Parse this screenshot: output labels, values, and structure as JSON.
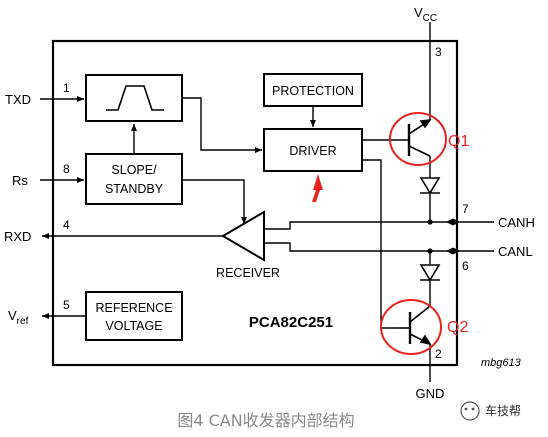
{
  "diagram": {
    "chip_name": "PCA82C251",
    "drawing_code": "mbg613",
    "blocks": {
      "protection": "PROTECTION",
      "driver": "DRIVER",
      "slope_line1": "SLOPE/",
      "slope_line2": "STANDBY",
      "reference_line1": "REFERENCE",
      "reference_line2": "VOLTAGE",
      "receiver": "RECEIVER"
    },
    "signals": {
      "txd": "TXD",
      "rs": "Rs",
      "rxd": "RXD",
      "vref_main": "V",
      "vref_sub": "ref",
      "vcc_main": "V",
      "vcc_sub": "CC",
      "gnd": "GND",
      "canh": "CANH",
      "canl": "CANL"
    },
    "pins": {
      "txd": "1",
      "rs": "8",
      "rxd": "4",
      "vref": "5",
      "vcc": "3",
      "gnd": "2",
      "canh": "7",
      "canl": "6"
    },
    "transistors": {
      "q1": "Q1",
      "q2": "Q2"
    },
    "caption": "图4 CAN收发器内部结构",
    "watermark": "车技帮",
    "colors": {
      "line": "#000000",
      "highlight": "#e8231f",
      "caption": "#8a8a8a"
    }
  }
}
